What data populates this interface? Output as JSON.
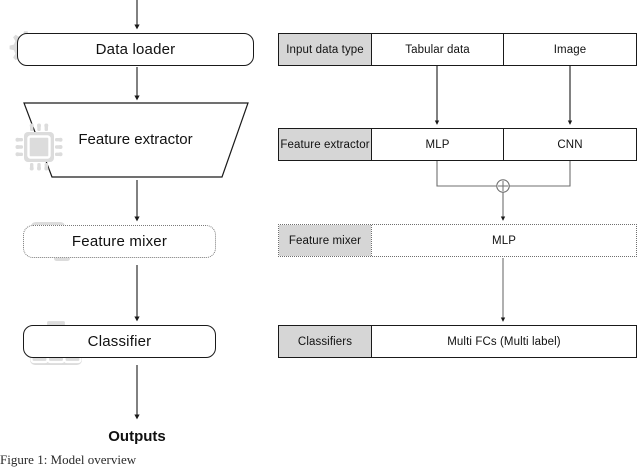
{
  "figure": {
    "caption": "Figure 1: Model overview"
  },
  "pipeline": {
    "stages": [
      {
        "label": "Data loader",
        "icon": "gear-icon",
        "border": "solid"
      },
      {
        "label": "Feature extractor",
        "icon": "chip-icon",
        "border": "solid"
      },
      {
        "label": "Feature mixer",
        "icon": "mixer-icon",
        "border": "dotted"
      },
      {
        "label": "Classifier",
        "icon": "sitemap-icon",
        "border": "solid"
      }
    ],
    "terminal": "Outputs"
  },
  "detail_table": {
    "rows": [
      {
        "header": "Input data type",
        "cells": [
          "Tabular data",
          "Image"
        ],
        "border": "solid"
      },
      {
        "header": "Feature extractor",
        "cells": [
          "MLP",
          "CNN"
        ],
        "border": "solid"
      },
      {
        "header": "Feature mixer",
        "cells": [
          "MLP"
        ],
        "border": "dotted"
      },
      {
        "header": "Classifiers",
        "cells": [
          "Multi FCs (Multi label)"
        ],
        "border": "solid"
      }
    ],
    "merge_operator": "+"
  },
  "colors": {
    "header_fill": "#d6d6d6",
    "line": "#1a1a1a",
    "dotted_line": "#6f6f6f",
    "icon_gray": "#dcdcdc",
    "background": "#ffffff"
  }
}
